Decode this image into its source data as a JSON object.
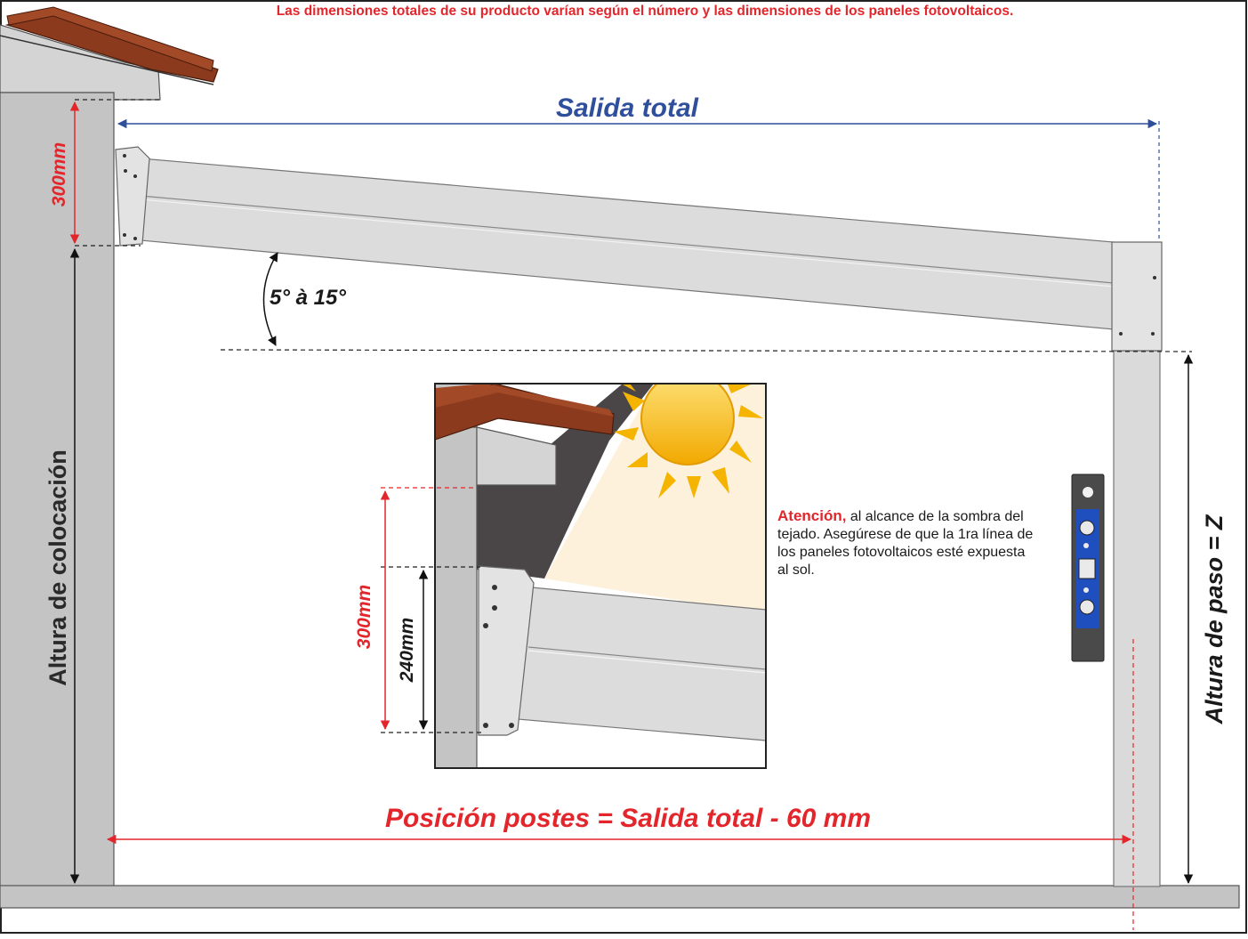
{
  "notice": "Las dimensiones totales de su producto varían según el número y las dimensiones de los paneles fotovoltaicos.",
  "labels": {
    "salida_total": "Salida total",
    "wall_offset": "300mm",
    "angle": "5° à 15°",
    "altura_colocacion": "Altura de colocación",
    "altura_paso": "Altura de paso = Z",
    "posicion_postes": "Posición postes = Salida total  - 60 mm"
  },
  "detail": {
    "dim_outer": "300mm",
    "dim_inner": "240mm",
    "warning_title": "Atención,",
    "warning_text": "al alcance de la sombra del tejado. Asegúrese de que la 1ra línea de los paneles fotovoltaicos esté expuesta al sol."
  },
  "colors": {
    "red": "#e3262b",
    "blue": "#2f4f9c",
    "wall": "#c4c4c4",
    "beam": "#dcdcdc",
    "roof_tile": "#8b3a1e",
    "sun": "#f4b400",
    "shade": "#4a4647",
    "sunlit": "#fdf1dc"
  }
}
